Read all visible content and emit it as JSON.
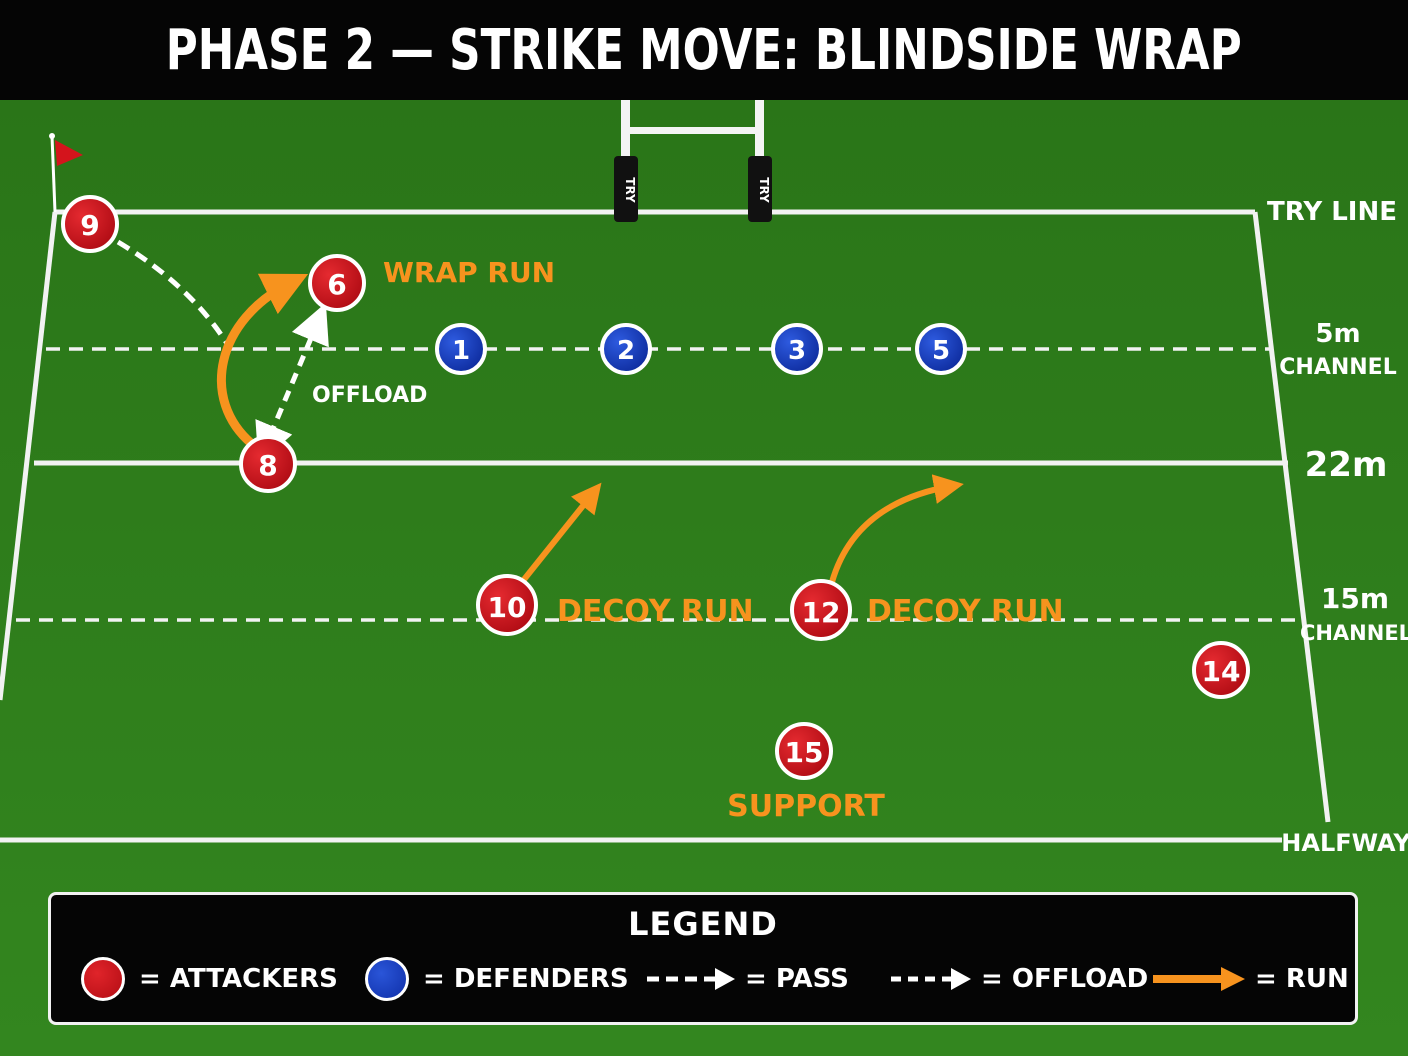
{
  "title": "PHASE 2 — STRIKE MOVE: BLINDSIDE WRAP",
  "field_labels": {
    "try_line": "TRY LINE",
    "five_m": "5m",
    "five_m_channel": "CHANNEL",
    "twentytwo": "22m",
    "fifteen_m": "15m",
    "fifteen_m_channel": "CHANNEL",
    "halfway": "HALFWAY",
    "post_pad": "TRY"
  },
  "annotations": {
    "wrap_run": "WRAP RUN",
    "offload": "OFFLOAD",
    "decoy_run_10": "DECOY RUN",
    "decoy_run_12": "DECOY RUN",
    "support": "SUPPORT"
  },
  "players": {
    "attackers": [
      "9",
      "6",
      "8",
      "10",
      "12",
      "14",
      "15"
    ],
    "defenders": [
      "1",
      "2",
      "3",
      "5"
    ]
  },
  "legend": {
    "title": "LEGEND",
    "attackers": "= ATTACKERS",
    "defenders": "= DEFENDERS",
    "pass": "= PASS",
    "offload": "= OFFLOAD",
    "run": "= RUN"
  },
  "colors": {
    "attacker": "#c8101a",
    "defender": "#1a3fc4",
    "run_arrow": "#f7931e",
    "annotation_text": "#f7931e",
    "grass": "#2f7d1f"
  }
}
